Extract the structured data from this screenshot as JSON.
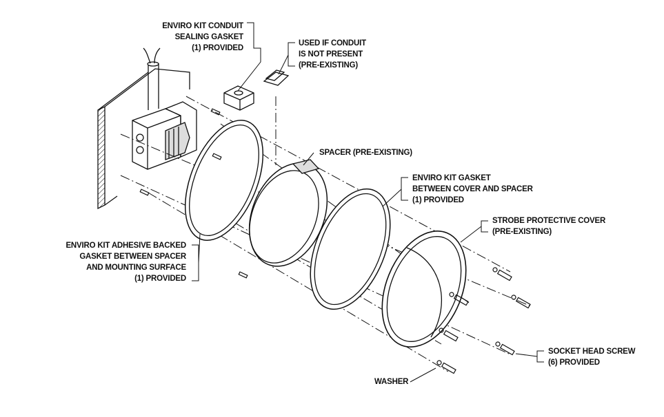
{
  "callouts": {
    "conduit_gasket": [
      "ENVIRO KIT CONDUIT",
      "SEALING GASKET",
      "(1) PROVIDED"
    ],
    "no_conduit": [
      "USED IF CONDUIT",
      "IS NOT PRESENT",
      "(PRE-EXISTING)"
    ],
    "spacer": [
      "SPACER (PRE-EXISTING)"
    ],
    "cover_gasket": [
      "ENVIRO KIT GASKET",
      "BETWEEN COVER AND SPACER",
      "(1) PROVIDED"
    ],
    "strobe_cover": [
      "STROBE PROTECTIVE COVER",
      "(PRE-EXISTING)"
    ],
    "adhesive_gasket": [
      "ENVIRO KIT ADHESIVE BACKED",
      "GASKET BETWEEN SPACER",
      "AND MOUNTING SURFACE",
      "(1) PROVIDED"
    ],
    "screw": [
      "SOCKET HEAD SCREW",
      "(6) PROVIDED"
    ],
    "washer": [
      "WASHER"
    ]
  }
}
